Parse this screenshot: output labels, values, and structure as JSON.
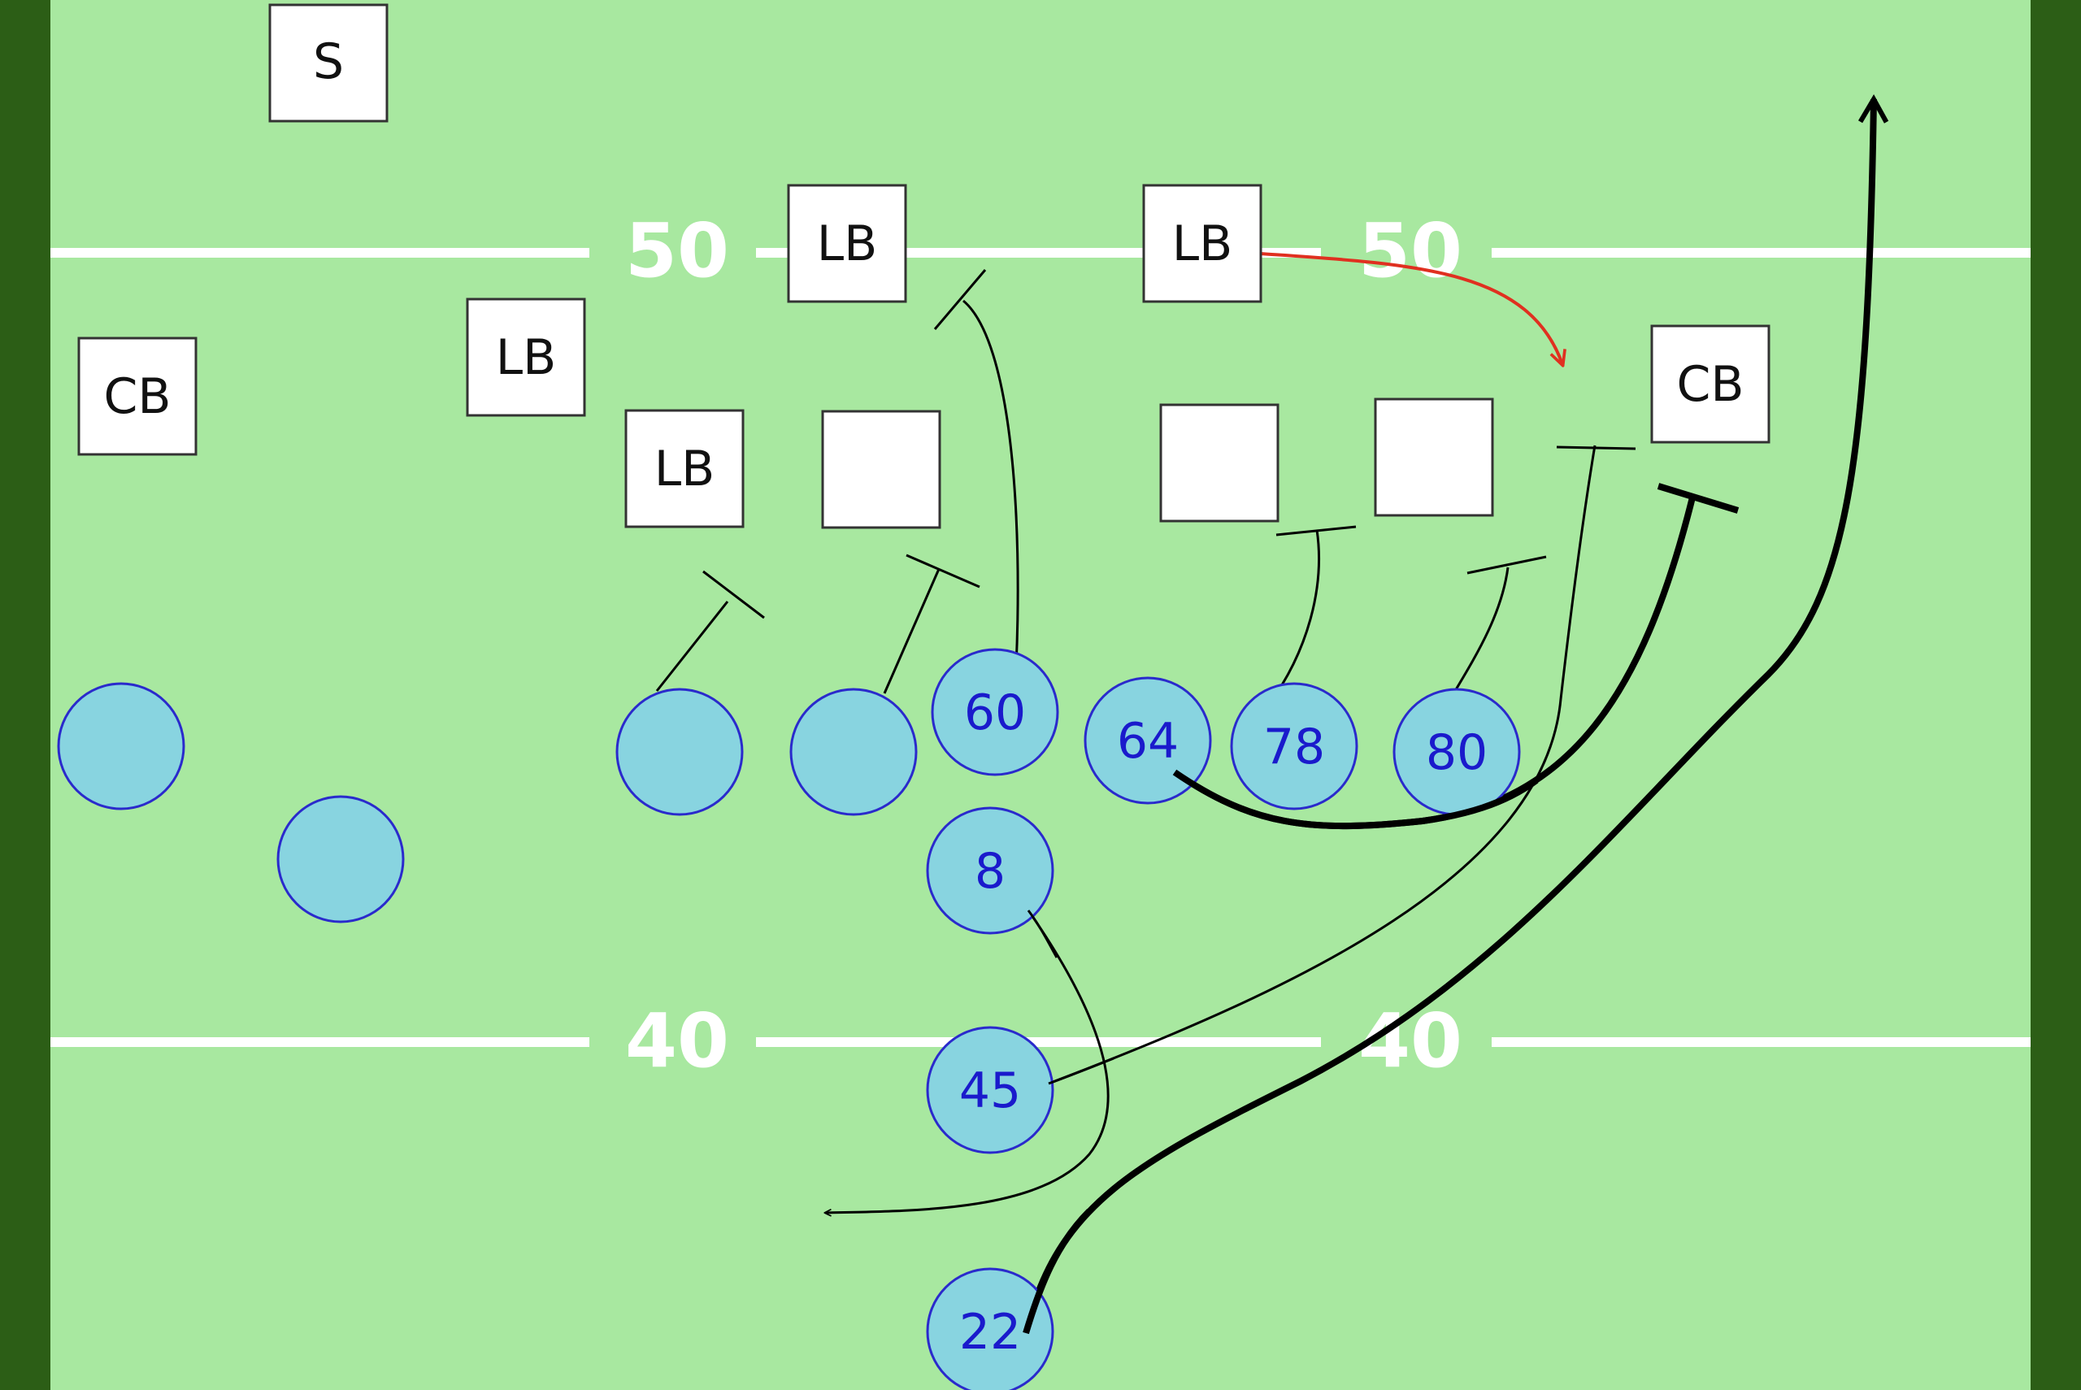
{
  "colors": {
    "sideline": "#2c5e16",
    "turf": "#a8e8a0",
    "yard_line": "#ffffff",
    "defender_fill": "#ffffff",
    "defender_stroke": "#333333",
    "offense_fill": "#88d4e0",
    "offense_stroke": "#2a2acc",
    "offense_text": "#1a1acc",
    "route": "#000000",
    "stunt": "#e03020"
  },
  "yard_lines": [
    {
      "label": "50"
    },
    {
      "label": "40"
    }
  ],
  "defense": [
    {
      "id": "s",
      "label": "S"
    },
    {
      "id": "cb-left",
      "label": "CB"
    },
    {
      "id": "lb-outside",
      "label": "LB"
    },
    {
      "id": "lb-inside",
      "label": "LB"
    },
    {
      "id": "lb-mike",
      "label": "LB"
    },
    {
      "id": "lb-will",
      "label": "LB"
    },
    {
      "id": "cb-right",
      "label": "CB"
    },
    {
      "id": "dl-1",
      "label": ""
    },
    {
      "id": "dl-2",
      "label": ""
    },
    {
      "id": "dl-3",
      "label": ""
    }
  ],
  "offense": [
    {
      "id": "wr-left",
      "label": ""
    },
    {
      "id": "slot-left",
      "label": ""
    },
    {
      "id": "lt",
      "label": ""
    },
    {
      "id": "lg",
      "label": ""
    },
    {
      "id": "c",
      "label": "60"
    },
    {
      "id": "rg",
      "label": "64"
    },
    {
      "id": "rt",
      "label": "78"
    },
    {
      "id": "te",
      "label": "80"
    },
    {
      "id": "qb",
      "label": "8"
    },
    {
      "id": "fb",
      "label": "45"
    },
    {
      "id": "rb",
      "label": "22"
    }
  ]
}
